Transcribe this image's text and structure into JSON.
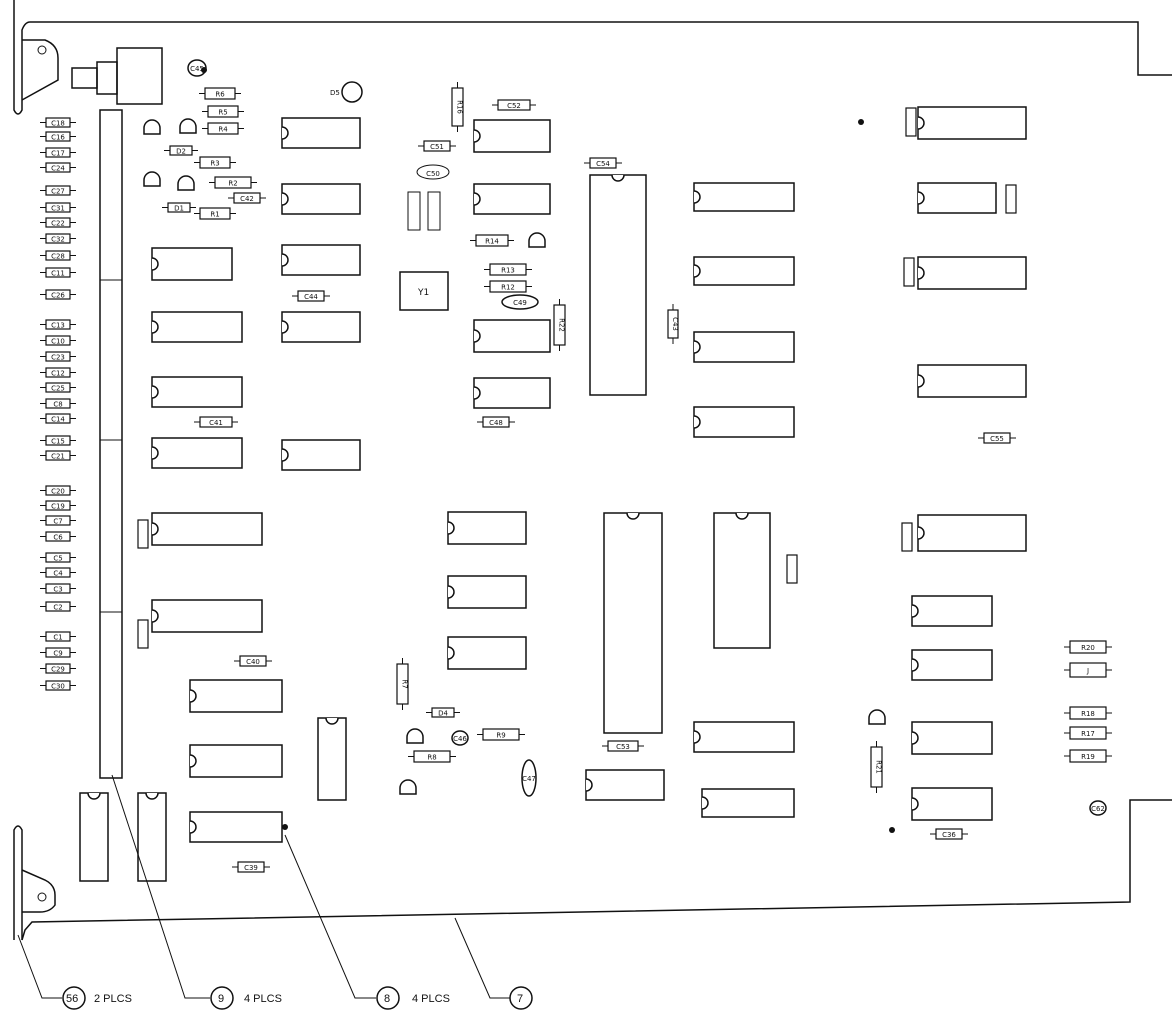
{
  "board": {
    "crystal_label": "Y1",
    "led_label": "D5",
    "callouts": [
      {
        "item": "56",
        "qty": "2 PLCS"
      },
      {
        "item": "9",
        "qty": "4 PLCS"
      },
      {
        "item": "8",
        "qty": "4 PLCS"
      },
      {
        "item": "7",
        "qty": ""
      }
    ],
    "resistors": [
      "R6",
      "R5",
      "R4",
      "R3",
      "R2",
      "R1",
      "R16",
      "R14",
      "R13",
      "R12",
      "R22",
      "R7",
      "R8",
      "R9",
      "R21"
    ],
    "capacitors": [
      "C45",
      "C42",
      "C44",
      "C41",
      "C40",
      "C39",
      "C52",
      "C51",
      "C50",
      "C49",
      "C48",
      "C54",
      "C43",
      "C53",
      "C46",
      "C47",
      "C55",
      "C36",
      "C62"
    ],
    "diodes": [
      "D2",
      "D1",
      "D4"
    ],
    "edge_components": [
      "C18",
      "C16",
      "C17",
      "C24",
      "C27",
      "C31",
      "C22",
      "C32",
      "C28",
      "C11",
      "C26",
      "C13",
      "C10",
      "C23",
      "C12",
      "C25",
      "C8",
      "C14",
      "C15",
      "C21",
      "C20",
      "C19",
      "C7",
      "C6",
      "C5",
      "C4",
      "C3",
      "C2",
      "C1",
      "C9",
      "C29",
      "C30"
    ],
    "right_components": [
      "R20",
      "J",
      "R18",
      "R17",
      "R19"
    ]
  }
}
